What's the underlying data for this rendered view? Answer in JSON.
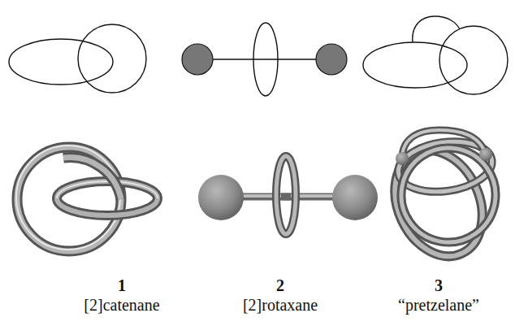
{
  "diagram": {
    "labels": [
      "1",
      "[2]catenane",
      "2",
      "[2]rotaxane",
      "3",
      "“pretzelane”"
    ]
  }
}
